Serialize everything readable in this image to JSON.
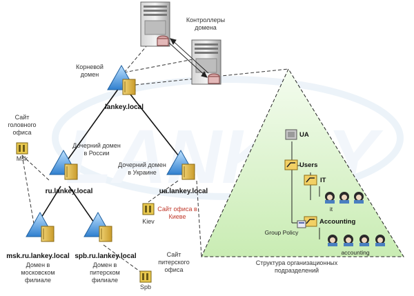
{
  "labels": {
    "controllers": "Контроллеры\nдомена",
    "root_domain_caption": "Корневой\nдомен",
    "root_domain": "lankey.local",
    "child_ru_caption": "Дочерний домен\nв России",
    "child_ru": "ru.lankey.local",
    "child_ua_caption": "Дочерний домен\nв Украине",
    "child_ua": "ua.lankey.local",
    "msk_domain": "msk.ru.lankey.local",
    "msk_caption": "Домен в\nмосковском\nфилиале",
    "spb_domain": "spb.ru.lankey.local",
    "spb_caption": "Домен в\nпитерском\nфилиале",
    "head_site_caption": "Сайт\nголовного\nофиса",
    "msk_site": "Msk",
    "kiev_site_caption": "Сайт офиса в\nКиеве",
    "kiev_site": "Kiev",
    "spb_site_caption": "Сайт\nпитерского\nофиса",
    "spb_site": "Spb",
    "ou_structure_caption": "Структура организационных\nподразделений",
    "ou_ua": "UA",
    "ou_users": "Users",
    "ou_it": "IT",
    "ou_accounting": "Accounting",
    "group_policy": "Group Policy",
    "it_group": "it",
    "accounting_group": "accounting"
  },
  "colors": {
    "triangle_fill": "#d7f2c8",
    "domain_blue": "#3d8fd6",
    "site_text_red": "#c0392b",
    "watermark": "#e4eef7"
  }
}
